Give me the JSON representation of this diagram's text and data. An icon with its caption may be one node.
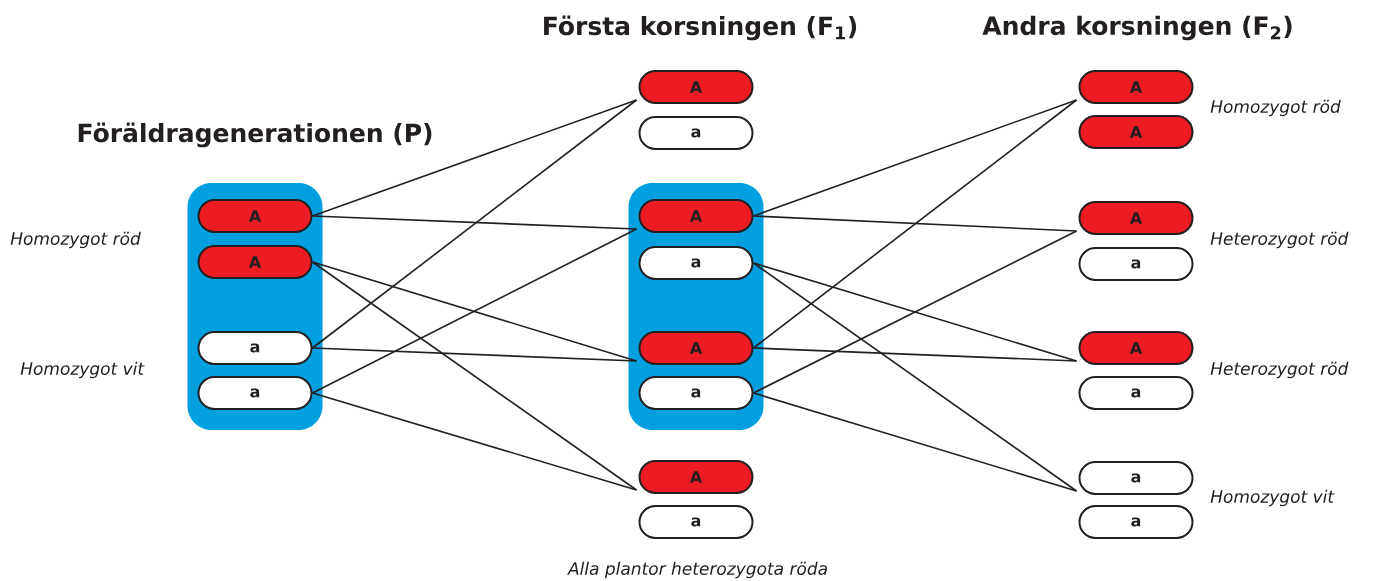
{
  "diagram": {
    "nodes": [
      {
        "text": [],
        "shape": "box"
      },
      {
        "text": [
          "A"
        ],
        "in": 0
      },
      {
        "text": [
          "A"
        ],
        "in": 0
      },
      {
        "text": [
          "a"
        ],
        "in": 0
      },
      {
        "text": [
          "a"
        ],
        "in": 0
      },
      {
        "text": [
          "A"
        ]
      },
      {
        "text": [
          "a"
        ]
      },
      {
        "text": [],
        "shape": "box"
      },
      {
        "text": [
          "A"
        ],
        "in": 7
      },
      {
        "text": [
          "a"
        ],
        "in": 7
      },
      {
        "text": [
          "A"
        ],
        "in": 7
      },
      {
        "text": [
          "a"
        ],
        "in": 7
      },
      {
        "text": [
          "A"
        ]
      },
      {
        "text": [
          "a"
        ]
      },
      {
        "text": [
          "A"
        ]
      },
      {
        "text": [
          "A"
        ]
      },
      {
        "text": [
          "A"
        ]
      },
      {
        "text": [
          "a"
        ]
      },
      {
        "text": [
          "A"
        ]
      },
      {
        "text": [
          "a"
        ]
      },
      {
        "text": [
          "a"
        ]
      },
      {
        "text": [
          "a"
        ]
      }
    ],
    "edges": [
      {
        "from": 1,
        "to": 5,
        "arrow": "none"
      },
      {
        "from": 1,
        "to": 8,
        "arrow": "none"
      },
      {
        "from": 2,
        "to": 10,
        "arrow": "none"
      },
      {
        "from": 2,
        "to": 12,
        "arrow": "none"
      },
      {
        "from": 3,
        "to": 5,
        "arrow": "none"
      },
      {
        "from": 3,
        "to": 10,
        "arrow": "none"
      },
      {
        "from": 4,
        "to": 8,
        "arrow": "none"
      },
      {
        "from": 4,
        "to": 12,
        "arrow": "none"
      },
      {
        "from": 8,
        "to": 14,
        "arrow": "none"
      },
      {
        "from": 8,
        "to": 16,
        "arrow": "none"
      },
      {
        "from": 9,
        "to": 18,
        "arrow": "none"
      },
      {
        "from": 9,
        "to": 20,
        "arrow": "none"
      },
      {
        "from": 10,
        "to": 14,
        "arrow": "none"
      },
      {
        "from": 10,
        "to": 18,
        "arrow": "none"
      },
      {
        "from": 11,
        "to": 16,
        "arrow": "none"
      },
      {
        "from": 11,
        "to": 20,
        "arrow": "none"
      }
    ],
    "labels": [
      "Första korsningen (F$_{1}$)",
      "Andra korsningen (F$_{2}$)",
      "Föräldragenerationen (P)",
      "Homozygot röd",
      "Homozygot röd",
      "Heterozygot röd",
      "Homozygot vit",
      "Heterozygot röd",
      "Homozygot vit",
      "Alla plantor heterozygota röda"
    ]
  }
}
